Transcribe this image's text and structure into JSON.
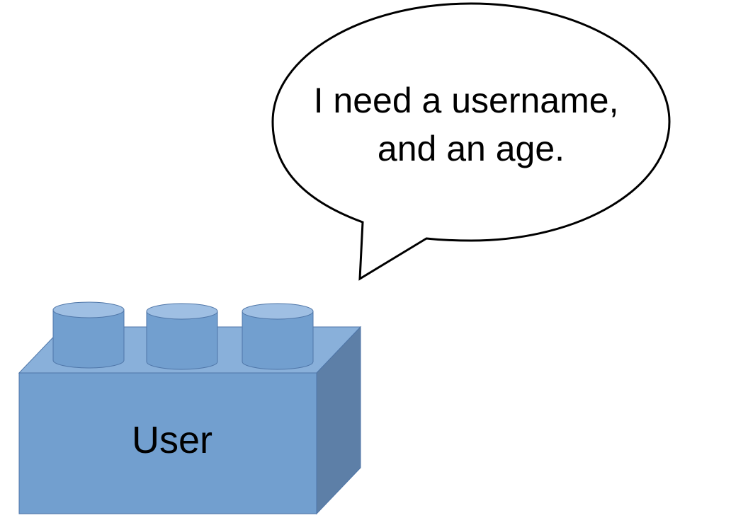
{
  "speech_bubble": {
    "lines": [
      "I need a username,",
      "and an age."
    ]
  },
  "brick": {
    "label": "User",
    "colors": {
      "front": "#729fcf",
      "top": "#89b0da",
      "side": "#5d7fa7",
      "stud_body": "#729fcf",
      "stud_top": "#9fbfe3",
      "edge": "#4f76a8"
    }
  }
}
